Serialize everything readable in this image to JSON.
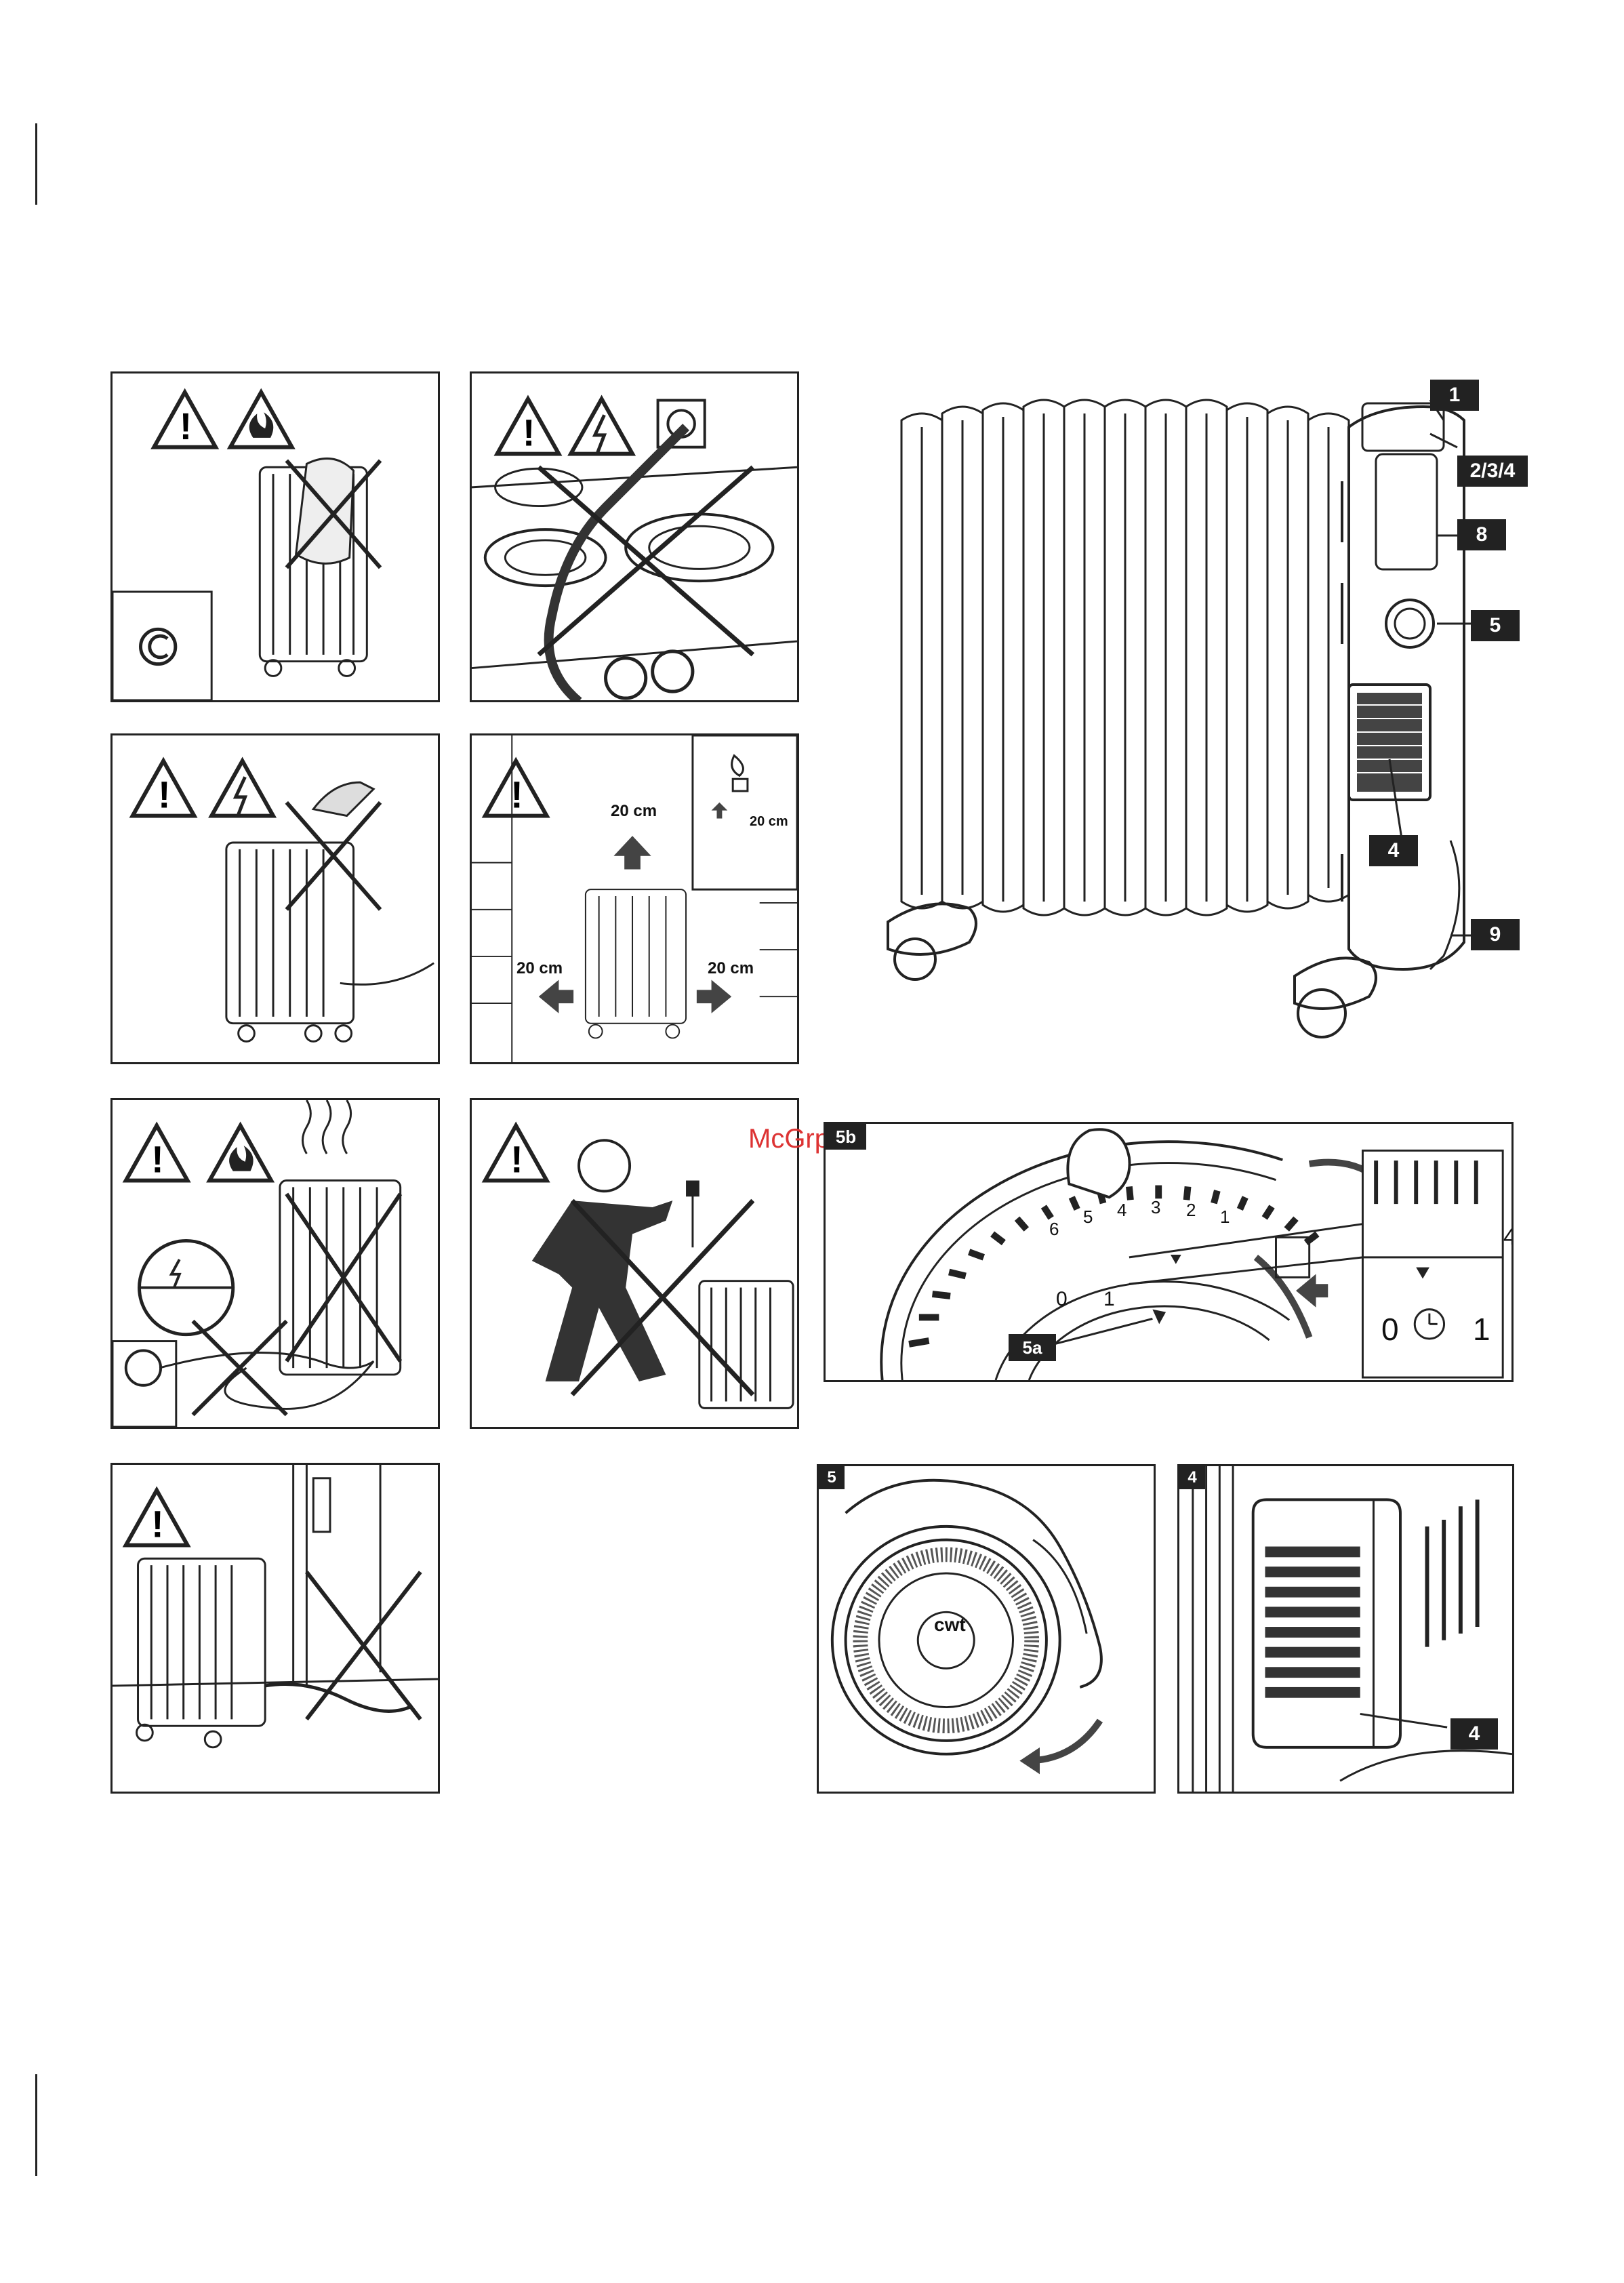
{
  "watermark": "McGrp.Ru",
  "labels": {
    "clearance_top_a": "20 cm",
    "clearance_top_b": "20 cm",
    "clearance_left": "20 cm",
    "clearance_right": "20 cm"
  },
  "callouts": {
    "c1": "1",
    "c234": "2/3/4",
    "c8": "8",
    "c5": "5",
    "c4": "4",
    "c9": "9",
    "c5b": "5b",
    "c5a": "5a",
    "c4b": "4",
    "c4c": "4"
  },
  "timer": {
    "brand": "cwt",
    "dial_numbers": [
      "6",
      "5",
      "4",
      "3",
      "2",
      "1"
    ],
    "zoom_numbers": [
      "4",
      "3"
    ],
    "switch_off": "0",
    "switch_on": "1"
  },
  "colors": {
    "ink": "#222222",
    "watermark": "#dd3333"
  }
}
